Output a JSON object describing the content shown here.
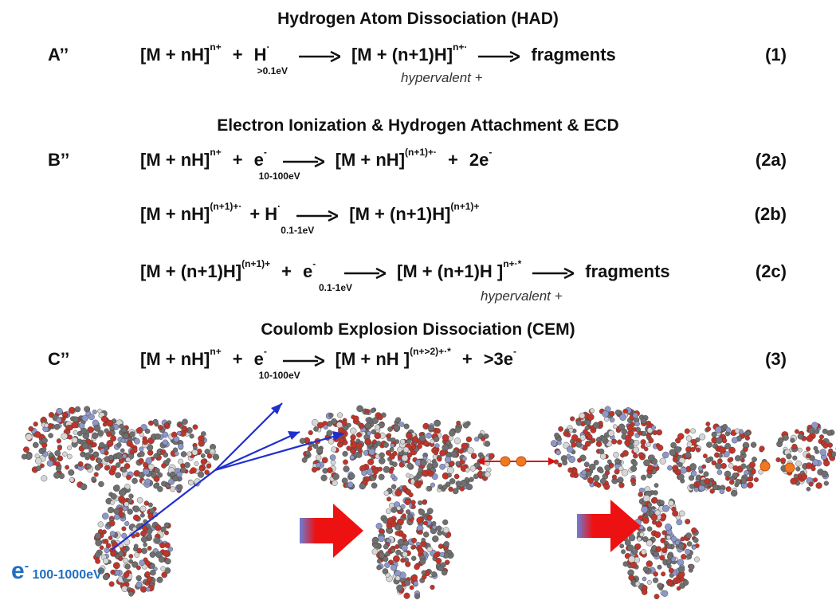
{
  "section_a": {
    "title": "Hydrogen Atom Dissociation  (HAD)",
    "label": "A’’",
    "eq1": {
      "reactant": "[M + nH]",
      "reactant_charge": "n+",
      "reagent": "H",
      "reagent_sup": "·",
      "reagent_energy": ">0.1eV",
      "intermediate": "[M + (n+1)H]",
      "intermediate_charge": "n+·",
      "product": "fragments",
      "note": "hypervalent +",
      "number": "(1)"
    }
  },
  "section_b": {
    "title": "Electron Ionization & Hydrogen Attachment & ECD",
    "label": "B’’",
    "eq2a": {
      "reactant": "[M + nH]",
      "reactant_charge": "n+",
      "reagent": "e",
      "reagent_sup": "-",
      "reagent_energy": "10-100eV",
      "product": "[M + nH]",
      "product_charge": "(n+1)+·",
      "extra": "2e",
      "extra_sup": "-",
      "number": "(2a)"
    },
    "eq2b": {
      "reactant": "[M + nH]",
      "reactant_charge": "(n+1)+·",
      "reagent": "H",
      "reagent_sup": "·",
      "reagent_energy": "0.1-1eV",
      "product": "[M + (n+1)H]",
      "product_charge": "(n+1)+",
      "number": "(2b)"
    },
    "eq2c": {
      "reactant": "[M + (n+1)H]",
      "reactant_charge": "(n+1)+",
      "reagent": "e",
      "reagent_sup": "-",
      "reagent_energy": "0.1-1eV",
      "intermediate": "[M + (n+1)H ]",
      "intermediate_charge": "n+·*",
      "product": "fragments",
      "note": "hypervalent +",
      "number": "(2c)"
    }
  },
  "section_c": {
    "title": "Coulomb Explosion Dissociation (CEM)",
    "label": "C’’",
    "eq3": {
      "reactant": "[M + nH]",
      "reactant_charge": "n+",
      "reagent": "e",
      "reagent_sup": "-",
      "reagent_energy": "10-100eV",
      "product": "[M + nH ]",
      "product_charge": "(n+>2)+·*",
      "extra": ">3e",
      "extra_sup": "-",
      "number": "(3)"
    }
  },
  "illustration": {
    "beam_symbol": "e",
    "beam_sup": "-",
    "beam_energy": "100-1000eV",
    "colors": {
      "beam": "#1f2fd0",
      "beam_label": "#1f6fc1",
      "process_arrow": "#ee1111",
      "charge_marker": "#f07820",
      "repulsion_arrow": "#d81010",
      "atom_red": "#c0352b",
      "atom_grey": "#6f6f6f",
      "atom_blue": "#8d97c9",
      "atom_light": "#d6d6d6"
    }
  }
}
